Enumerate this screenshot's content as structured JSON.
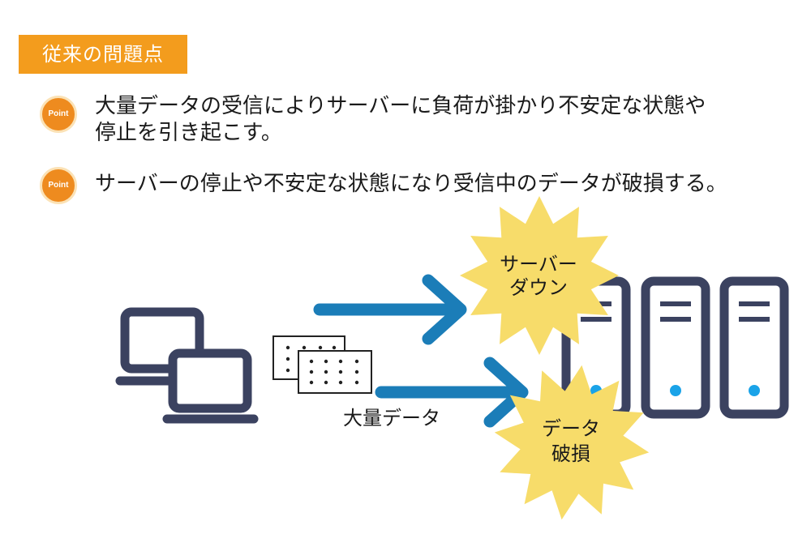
{
  "header": {
    "title": "従来の問題点"
  },
  "points": [
    {
      "badge": "Point",
      "line1": "大量データの受信によりサーバーに負荷が掛かり不安定な状態や",
      "line2": "停止を引き起こす。"
    },
    {
      "badge": "Point",
      "line1": "サーバーの停止や不安定な状態になり受信中のデータが破損する。"
    }
  ],
  "diagram": {
    "burst_top": {
      "line1": "サーバー",
      "line2": "ダウン"
    },
    "burst_bottom": {
      "line1": "データ",
      "line2": "破損"
    },
    "data_label": "大量データ"
  },
  "colors": {
    "title_bg": "#F39C1D",
    "badge": "#EE8B1F",
    "arrow": "#1B7DB8",
    "device_stroke": "#3B4260",
    "server_led": "#1AA3E8",
    "burst_fill": "#F7DC6A"
  },
  "icons": [
    "laptop-icon",
    "server-icon",
    "data-packet-icon",
    "arrow-right-icon",
    "burst-icon"
  ]
}
